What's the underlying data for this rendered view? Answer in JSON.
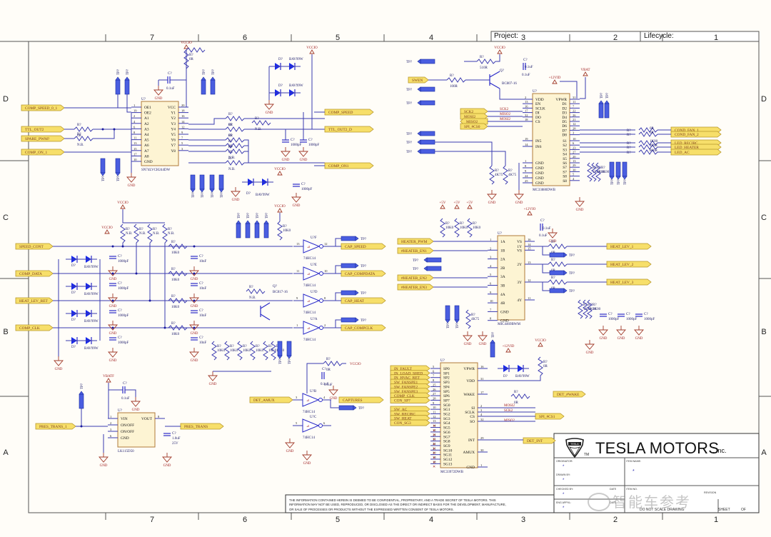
{
  "title_block": {
    "project_label": "Project:",
    "lifecycle_label": "Lifecycle:",
    "company": "TESLA MOTORS",
    "company_suffix": ", Inc.",
    "logo_text": "TESLA",
    "tm": "TM",
    "originator_label": "ORIGINATOR:",
    "drawn_by_label": "DRAWN BY:",
    "checked_by_label": "CHECKED BY:",
    "eng_appvl_label": "ENG APPVL:",
    "date_label": "DATE",
    "item_name_label": "ITEM NAME:",
    "item_no_label": "ITEM NO.",
    "revision_label": "REVISION",
    "sheet_label": "SHEET",
    "of_label": "OF",
    "do_not_scale": "DO NOT SCALE DRAWING",
    "placeholder_dot": "*",
    "confidential": [
      "THE INFORMATION CONTAINED HEREIN IS DEEMED TO BE CONFIDENTIAL, PROPRIETARY, AND A TRADE SECRET OF TESLA MOTORS.  THIS",
      "INFORMATION MAY NOT BE USED, REPRODUCED, OR DISCLOSED AS THE DIRECT OR INDIRECT BASIS FOR THE DEVELOPMENT, MANUFACTURE,",
      "OR SALE OF PROCESSES OR PRODUCTS WITHOUT THE EXPRESSED WRITTEN CONSENT OF TESLA MOTORS."
    ],
    "watermark": "智能车参考"
  },
  "zones": {
    "columns": [
      "7",
      "6",
      "5",
      "4",
      "3",
      "2",
      "1"
    ],
    "rows": [
      "D",
      "C",
      "B",
      "A"
    ]
  },
  "symbols": {
    "vccio": "VCCIO",
    "gnd": "GND",
    "vbat": "VBAT",
    "vbatf": "VBATF",
    "v12": "+12VID",
    "v5": "+5V",
    "tp": "TP?",
    "r": "R?",
    "c": "C?",
    "d": "D?",
    "q": "Q?",
    "u": "U?"
  },
  "u_buffer": {
    "part": "SN74LVCH244DW",
    "left_pins": [
      [
        "1",
        "OE1"
      ],
      [
        "19",
        "OE2"
      ],
      [
        "2",
        "A1"
      ],
      [
        "4",
        "A2"
      ],
      [
        "6",
        "A3"
      ],
      [
        "8",
        "A4"
      ],
      [
        "11",
        "A5"
      ],
      [
        "13",
        "A6"
      ],
      [
        "15",
        "A7"
      ],
      [
        "17",
        "A8"
      ],
      [
        "10",
        "GND"
      ]
    ],
    "right_pins": [
      [
        "20",
        "VCC"
      ],
      [
        "18",
        "Y1"
      ],
      [
        "16",
        "Y2"
      ],
      [
        "14",
        "Y3"
      ],
      [
        "12",
        "Y4"
      ],
      [
        "9",
        "Y5"
      ],
      [
        "7",
        "Y6"
      ],
      [
        "5",
        "Y7"
      ],
      [
        "3",
        "Y8"
      ]
    ],
    "inputs": [
      "COMP_SPEED_0_1",
      "TTL_OUT2",
      "SPARE_PWM?",
      "COMP_ON_1"
    ],
    "outputs": [
      "COMP_SPEED",
      "TTL_OUT2_D",
      "COMP_ON1"
    ],
    "r_vals": [
      "0R",
      "N.B.",
      "0R",
      "0R",
      "0R",
      "N.B.",
      "N.B.",
      "N.B."
    ],
    "cap_vals": [
      "0.1uF",
      "1000pF",
      "1000pF",
      "1000pF"
    ],
    "diode_part": "BAV99W"
  },
  "u_mc33880": {
    "part": "MC33880DWB",
    "left_pins": [
      [
        "2",
        "VDD"
      ],
      [
        "13",
        "EN"
      ],
      [
        "16",
        "SCLK"
      ],
      [
        "17",
        "DI"
      ],
      [
        "32",
        "DO"
      ],
      [
        "18",
        "CS"
      ],
      [
        "19",
        "IN5"
      ],
      [
        "14",
        "IN6"
      ],
      [
        "1",
        "GND"
      ],
      [
        "8",
        "GND"
      ],
      [
        "9",
        "GND"
      ],
      [
        "24",
        "GND"
      ],
      [
        "25",
        "GND"
      ]
    ],
    "right_pins": [
      [
        "31",
        "VPWR"
      ],
      [
        "11",
        "D1"
      ],
      [
        "7",
        "D2"
      ],
      [
        "22",
        "D3"
      ],
      [
        "26",
        "D4"
      ],
      [
        "21",
        "D5"
      ],
      [
        "12",
        "D6"
      ],
      [
        "28",
        "D7"
      ],
      [
        "3",
        "D8"
      ],
      [
        "10",
        "S1"
      ],
      [
        "6",
        "S2"
      ],
      [
        "23",
        "S3"
      ],
      [
        "27",
        "S4"
      ],
      [
        "20",
        "S5"
      ],
      [
        "13",
        "S6"
      ],
      [
        "29",
        "S7"
      ],
      [
        "30",
        "S7"
      ],
      [
        "5",
        "S8"
      ],
      [
        "4",
        "S8"
      ]
    ],
    "inputs": [
      "SWEN",
      "SCK2",
      "MOSI2",
      "MISO2",
      "SPI_#CS0"
    ],
    "net_labels": [
      "SCK2",
      "MISO2",
      "MOSI2"
    ],
    "outputs": [
      "COND_FAN_1",
      "COND_FAN_2",
      "LED_RECIRC",
      "LED_HEATER",
      "LED_AC"
    ],
    "r_vals": [
      "510R",
      "100R",
      "4K75",
      "4K75",
      "0R",
      "0R",
      "1K00",
      "499R",
      "866R",
      "1K00",
      "1K00",
      "1K00"
    ],
    "cap_val": "0.1uF",
    "q_part": "BC807-16"
  },
  "u_mic4469": {
    "part": "MIC4469BWM",
    "left_pins": [
      [
        "1",
        "1A"
      ],
      [
        "2",
        "1B"
      ],
      [
        "3",
        "2A"
      ],
      [
        "4",
        "2B"
      ],
      [
        "5",
        "3A"
      ],
      [
        "6",
        "3B"
      ],
      [
        "9",
        "4A"
      ],
      [
        "10",
        "4B"
      ],
      [
        "7",
        "GND"
      ],
      [
        "8",
        "GND"
      ]
    ],
    "right_pins": [
      [
        "16",
        "VS"
      ],
      [
        "15",
        "VS"
      ],
      [
        "14",
        "1Y"
      ],
      [
        "13",
        "2Y"
      ],
      [
        "12",
        "3Y"
      ],
      [
        "11",
        "4Y"
      ]
    ],
    "inputs": [
      "HEATER_PWM",
      "#HEATER_EN1",
      "#HEATER_EN2",
      "#HEATER_EN3"
    ],
    "outputs": [
      "HEAT_LEV_1",
      "HEAT_LEV_2",
      "HEAT_LEV_3"
    ],
    "r_vals": [
      "10K0",
      "10K0",
      "10K0",
      "4K75",
      "0R",
      "0R",
      "0R"
    ],
    "cap_vals": [
      "0.1uF",
      "1000pF",
      "1000pF",
      "1000pF"
    ]
  },
  "input_conditioning": {
    "inputs": [
      "SPEED_CONT",
      "COMP_DATA",
      "HEAT_LEV_RET",
      "COMP_CLK"
    ],
    "outputs": [
      "CAP_SPEED",
      "CAP_COMPDATA",
      "CAP_HEAT",
      "CAP_COMPCLK"
    ],
    "gates": [
      [
        "U?F",
        "13",
        "12"
      ],
      [
        "U?E",
        "11",
        "10"
      ],
      [
        "U?D",
        "9",
        "8"
      ],
      [
        "U?A",
        "1",
        "2"
      ]
    ],
    "gate_part": "74HC14",
    "r_vals": [
      "10K0",
      "N.B.",
      "10K0"
    ],
    "cap_vals": [
      "1000pF",
      "10nF"
    ],
    "q_part": "BC817-16",
    "diode_part": "BAV99W"
  },
  "u_lk115": {
    "part": "LK115D50",
    "left_pins": [
      [
        "1",
        "VIN"
      ],
      [
        "2",
        "ON/OFF"
      ],
      [
        "3",
        "ON/OFF"
      ],
      [
        "6",
        "GND"
      ]
    ],
    "right_pins": [
      [
        "8",
        "VOUT"
      ]
    ],
    "input": "PRES_TRANS_1",
    "output": "PRES_TRANS",
    "cap_vals": [
      "0.1uF",
      "1.0uF",
      "25V"
    ]
  },
  "amux_buffer": {
    "input": "DET_AMUX",
    "output": "CAPTURES",
    "gates": [
      [
        "U?B",
        "3",
        "4"
      ],
      [
        "U?C",
        "5",
        "6"
      ]
    ],
    "pin_vcc": "28",
    "r_val": "0R",
    "cap_val": "0.1uF"
  },
  "u_mc33972": {
    "part": "MC33972DWB",
    "left_pins": [
      [
        "5",
        "SP0"
      ],
      [
        "6",
        "SP1"
      ],
      [
        "7",
        "SP2"
      ],
      [
        "8",
        "SP3"
      ],
      [
        "25",
        "SP4"
      ],
      [
        "26",
        "SP5"
      ],
      [
        "27",
        "SP6"
      ],
      [
        "28",
        "SP7"
      ],
      [
        "9",
        "SG0"
      ],
      [
        "10",
        "SG1"
      ],
      [
        "11",
        "SG2"
      ],
      [
        "12",
        "SG3"
      ],
      [
        "13",
        "SG4"
      ],
      [
        "14",
        "SG5"
      ],
      [
        "15",
        "SG6"
      ],
      [
        "24",
        "SG7"
      ],
      [
        "23",
        "SG8"
      ],
      [
        "22",
        "SG9"
      ],
      [
        "21",
        "SG10"
      ],
      [
        "20",
        "SG11"
      ],
      [
        "19",
        "SG12"
      ],
      [
        "18",
        "SG13"
      ]
    ],
    "right_pins": [
      [
        "16",
        "VPWR"
      ],
      [
        "31",
        "VDD"
      ],
      [
        "17",
        "WAKE"
      ],
      [
        "2",
        "SI"
      ],
      [
        "3",
        "SCLK"
      ],
      [
        "4",
        "CS"
      ],
      [
        "32",
        "SO"
      ],
      [
        "29",
        "INT"
      ],
      [
        "30",
        "AMUX"
      ],
      [
        "1",
        "GND"
      ]
    ],
    "inputs": [
      "IN_FAULT",
      "IN_LOAD_SHED",
      "IN_HVAC_RET",
      "SW_FANSPE1",
      "SW_FANSPE2",
      "SW_FANSPE3",
      "COMP_CLK",
      "CON_SP7",
      "SW_AC",
      "SW_RECIRC",
      "SW_HEAT",
      "CON_SG3"
    ],
    "net_labels": [
      "MOSI2",
      "SCK2",
      "MISO2"
    ],
    "outputs": [
      "DET_#WAKE",
      "SPI_#CS1",
      "DET_INT"
    ],
    "r_vals": [
      "0R",
      "0R"
    ],
    "diode_part": "BAV99W"
  }
}
